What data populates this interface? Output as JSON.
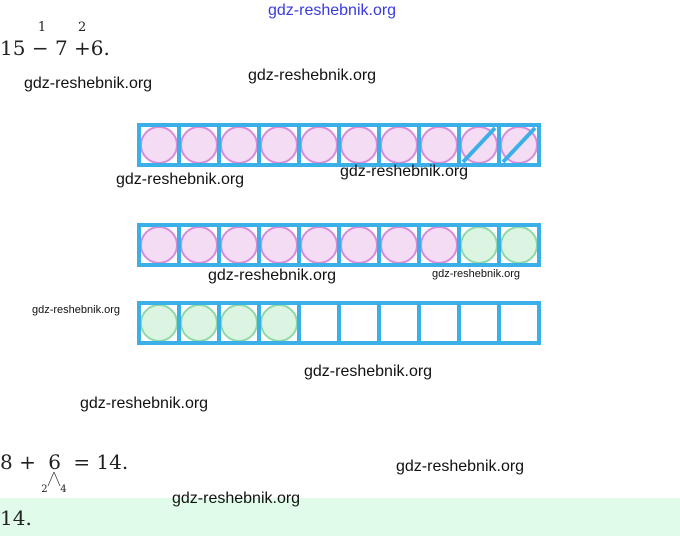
{
  "watermark": "gdz-reshebnik.org",
  "expr1": {
    "a": "15",
    "op1": "−",
    "b": "7",
    "op2": "+",
    "c": "6.",
    "sup1": "1",
    "sup2": "2"
  },
  "expr2": {
    "a": "8",
    "op": "+",
    "b": "6",
    "eq": "= 14.",
    "split_left": "2",
    "split_right": "4"
  },
  "answer": "14.",
  "colors": {
    "frame": "#3bb0e8",
    "pink": "#f5dcf5",
    "pink_border": "#d98ad9",
    "green": "#dcf5e2",
    "green_border": "#8fd9a6",
    "band": "#e0fbe9"
  },
  "frames": [
    [
      "pink",
      "pink",
      "pink",
      "pink",
      "pink",
      "pink",
      "pink",
      "pink",
      "crossed",
      "crossed"
    ],
    [
      "pink",
      "pink",
      "pink",
      "pink",
      "pink",
      "pink",
      "pink",
      "pink",
      "green",
      "green"
    ],
    [
      "green",
      "green",
      "green",
      "green",
      "empty",
      "empty",
      "empty",
      "empty",
      "empty",
      "empty"
    ]
  ]
}
